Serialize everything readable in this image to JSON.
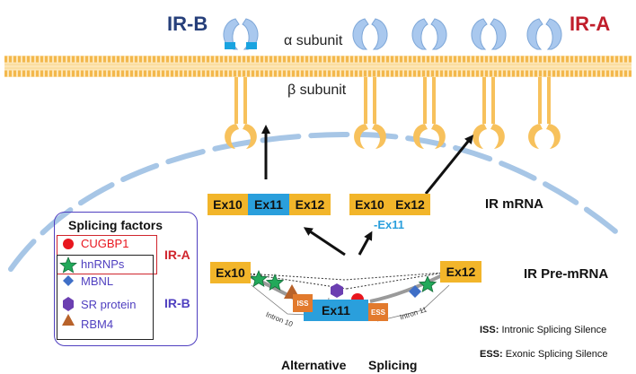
{
  "labels": {
    "ir_b": "IR-B",
    "ir_a": "IR-A",
    "alpha": "α subunit",
    "beta": "β subunit",
    "ir_mrna": "IR mRNA",
    "ir_pre_mrna": "IR Pre-mRNA",
    "alternative": "Alternative",
    "splicing": "Splicing",
    "minus_ex11": "-Ex11"
  },
  "exons": {
    "ex10": "Ex10",
    "ex11": "Ex11",
    "ex12": "Ex12"
  },
  "pre_mrna": {
    "intron10": "Intron 10",
    "intron11": "Intron 11",
    "iss": "ISS",
    "ess": "ESS"
  },
  "legend": {
    "title": "Splicing factors",
    "items": [
      {
        "label": "CUGBP1",
        "shape": "circle",
        "color": "#e8161e"
      },
      {
        "label": "hnRNPs",
        "shape": "star",
        "color": "#22a95a"
      },
      {
        "label": "MBNL",
        "shape": "diamond",
        "color": "#3f6fc7"
      },
      {
        "label": "SR protein",
        "shape": "hexagon",
        "color": "#6b3fb1"
      },
      {
        "label": "RBM4",
        "shape": "triangle",
        "color": "#b8622a"
      }
    ],
    "group_a": "IR-A",
    "group_b": "IR-B"
  },
  "abbreviations": {
    "iss_key": "ISS:",
    "iss_text": "Intronic Splicing Silence",
    "ess_key": "ESS:",
    "ess_text": "Exonic Splicing Silence"
  },
  "colors": {
    "ir_b": "#263f7a",
    "ir_a": "#c01e2b",
    "exon": "#f2b52a",
    "exon11": "#2a9fdc",
    "membrane": "#f6c065",
    "alpha_subunit": "#a9c8ee",
    "beta_subunit": "#f7c15c",
    "nucleus": "#a7c6e6",
    "legend_border": "#4f3fc0",
    "legend_text": "#4f3fc0"
  }
}
